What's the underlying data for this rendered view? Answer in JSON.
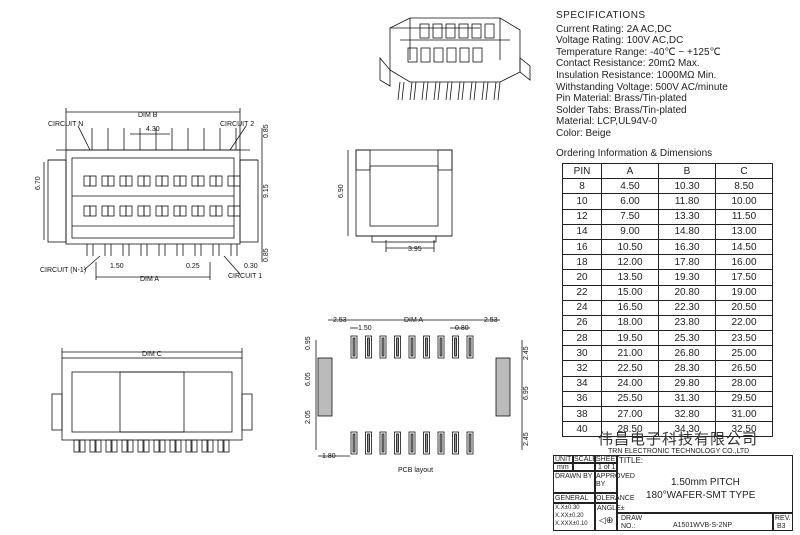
{
  "specifications": {
    "heading": "SPECIFICATIONS",
    "lines": [
      "Current Rating:  2A AC,DC",
      "Voltage Rating:  100V AC,DC",
      "Temperature Range:  -40℃ ~ +125℃",
      "Contact Resistance:  20mΩ Max.",
      "Insulation Resistance:  1000MΩ Min.",
      "Withstanding Voltage:  500V AC/minute",
      "Pin Material:  Brass/Tin-plated",
      "Solder Tabs:  Brass/Tin-plated",
      "Material:  LCP,UL94V-0",
      "Color:  Beige"
    ]
  },
  "ordering": {
    "title": "Ordering Information & Dimensions",
    "headers": [
      "PIN",
      "A",
      "B",
      "C"
    ],
    "rows": [
      [
        "8",
        "4.50",
        "10.30",
        "8.50"
      ],
      [
        "10",
        "6.00",
        "11.80",
        "10.00"
      ],
      [
        "12",
        "7.50",
        "13.30",
        "11.50"
      ],
      [
        "14",
        "9.00",
        "14.80",
        "13.00"
      ],
      [
        "16",
        "10.50",
        "16.30",
        "14.50"
      ],
      [
        "18",
        "12.00",
        "17.80",
        "16.00"
      ],
      [
        "20",
        "13.50",
        "19.30",
        "17.50"
      ],
      [
        "22",
        "15.00",
        "20.80",
        "19.00"
      ],
      [
        "24",
        "16.50",
        "22.30",
        "20.50"
      ],
      [
        "26",
        "18.00",
        "23.80",
        "22.00"
      ],
      [
        "28",
        "19.50",
        "25.30",
        "23.50"
      ],
      [
        "30",
        "21.00",
        "26.80",
        "25.00"
      ],
      [
        "32",
        "22.50",
        "28.30",
        "26.50"
      ],
      [
        "34",
        "24.00",
        "29.80",
        "28.00"
      ],
      [
        "36",
        "25.50",
        "31.30",
        "29.50"
      ],
      [
        "38",
        "27.00",
        "32.80",
        "31.00"
      ],
      [
        "40",
        "28.50",
        "34.30",
        "32.50"
      ]
    ]
  },
  "company": {
    "name_cn": "伟昌电子科技有限公司",
    "name_en": "TRN ELECTRONIC TECHNOLOGY CO.,LTD"
  },
  "title_block": {
    "unit_label": "UNIT",
    "scale_label": "SCALE",
    "sheet_label": "SHEET",
    "title_label": "TITLE:",
    "unit_value": "mm",
    "sheet_value": "1 of 1",
    "drawn_by": "DRAWN BY",
    "approved_by": "APPROVED BY",
    "title_line1": "1.50mm  PITCH",
    "title_line2": "180°WAFER-SMT  TYPE",
    "general": "GENERAL",
    "tolerance": "OLERANCE",
    "angle": "ANGLE±",
    "tol1": "X.X±0.30",
    "tol2": "X.XX±0.20",
    "tol3": "X.XXX±0.10",
    "draw_label": "DRAW",
    "no_label": "NO.:",
    "drawing_no": "A1501WVB-S-2NP",
    "rev_label": "REV.",
    "rev_value": "B3"
  },
  "labels": {
    "dim_b": "DIM B",
    "dim_a": "DIM A",
    "dim_c": "DIM C",
    "circuit_n": "CIRCUIT N",
    "circuit_2": "CIRCUIT 2",
    "circuit_n1": "CIRCUIT (N-1)",
    "circuit_1": "CIRCUIT 1",
    "d430": "4.30",
    "d085a": "0.85",
    "d670": "6.70",
    "d915": "9.15",
    "d085b": "0.85",
    "d150a": "1.50",
    "d025": "0.25",
    "d030": "0.30",
    "d690": "6.90",
    "d395": "3.95",
    "d253a": "2.53",
    "d150b": "1.50",
    "d080": "0.80",
    "d253b": "2.53",
    "d095": "0.95",
    "d605": "6.05",
    "d205": "2.05",
    "d245a": "2.45",
    "d695": "6.95",
    "d245b": "2.45",
    "d180": "1.80",
    "pcb_layout": "PCB layout"
  }
}
